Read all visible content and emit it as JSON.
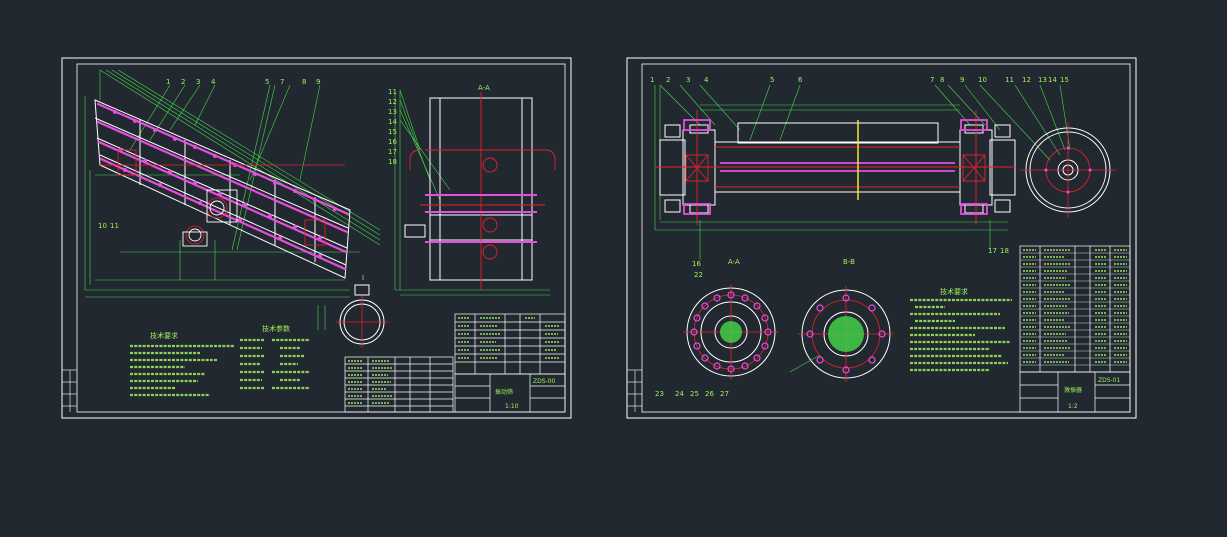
{
  "colors": {
    "background": "#212830",
    "frame": "#ffffff",
    "outline": "#ffffff",
    "dimension": "#46d94a",
    "text": "#9ef25c",
    "centerline": "#e8212b",
    "highlight": "#e84de0",
    "accent": "#f2e43a"
  },
  "sheet1": {
    "title_block": {
      "name": "振动筛",
      "drawing_no": "ZDS-00",
      "material": "",
      "scale": "1:10"
    },
    "section_label": "A-A",
    "view_label": "I",
    "notes_heading": "技术要求",
    "params_heading": "技术参数"
  },
  "sheet2": {
    "title_block": {
      "name": "激振器",
      "drawing_no": "ZDS-01",
      "scale": "1:2"
    },
    "notes_heading": "技术要求",
    "section_labels": [
      "A-A",
      "B-B"
    ]
  }
}
